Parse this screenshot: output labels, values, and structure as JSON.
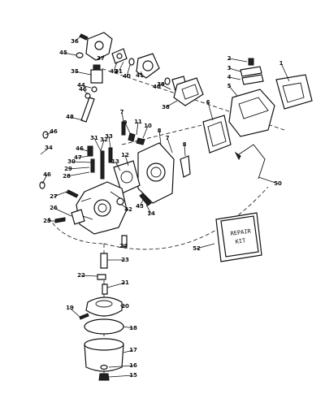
{
  "callouts": [
    {
      "label": "1"
    },
    {
      "label": "2"
    },
    {
      "label": "3"
    },
    {
      "label": "4"
    },
    {
      "label": "5"
    },
    {
      "label": "6"
    },
    {
      "label": "7"
    },
    {
      "label": "7"
    },
    {
      "label": "8"
    },
    {
      "label": "8"
    },
    {
      "label": "9"
    },
    {
      "label": "10"
    },
    {
      "label": "11"
    },
    {
      "label": "12"
    },
    {
      "label": "13"
    },
    {
      "label": "14"
    },
    {
      "label": "15"
    },
    {
      "label": "16"
    },
    {
      "label": "17"
    },
    {
      "label": "18"
    },
    {
      "label": "19"
    },
    {
      "label": "20"
    },
    {
      "label": "21"
    },
    {
      "label": "22"
    },
    {
      "label": "23"
    },
    {
      "label": "24"
    },
    {
      "label": "25"
    },
    {
      "label": "26"
    },
    {
      "label": "27"
    },
    {
      "label": "28"
    },
    {
      "label": "29"
    },
    {
      "label": "30"
    },
    {
      "label": "31"
    },
    {
      "label": "32"
    },
    {
      "label": "33"
    },
    {
      "label": "34"
    },
    {
      "label": "35"
    },
    {
      "label": "36"
    },
    {
      "label": "37"
    },
    {
      "label": "38"
    },
    {
      "label": "39"
    },
    {
      "label": "40"
    },
    {
      "label": "40"
    },
    {
      "label": "41"
    },
    {
      "label": "41"
    },
    {
      "label": "42"
    },
    {
      "label": "42"
    },
    {
      "label": "43"
    },
    {
      "label": "44"
    },
    {
      "label": "45"
    },
    {
      "label": "46"
    },
    {
      "label": "46"
    },
    {
      "label": "46"
    },
    {
      "label": "46"
    },
    {
      "label": "47"
    },
    {
      "label": "48"
    },
    {
      "label": "50"
    },
    {
      "label": "52"
    }
  ],
  "repair_kit": {
    "line1": "REPAIR",
    "line2": "KIT"
  }
}
